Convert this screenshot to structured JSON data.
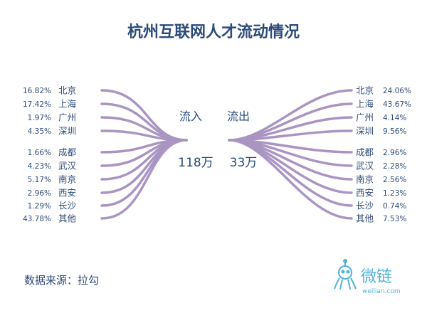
{
  "chart_data": {
    "type": "flow",
    "title": "杭州互联网人才流动情况",
    "inflow": {
      "label": "流入",
      "total": "118万",
      "items": [
        {
          "city": "北京",
          "pct": "16.82%"
        },
        {
          "city": "上海",
          "pct": "17.42%"
        },
        {
          "city": "广州",
          "pct": "1.97%"
        },
        {
          "city": "深圳",
          "pct": "4.35%"
        },
        {
          "city": "成都",
          "pct": "1.66%"
        },
        {
          "city": "武汉",
          "pct": "4.23%"
        },
        {
          "city": "南京",
          "pct": "5.17%"
        },
        {
          "city": "西安",
          "pct": "2.96%"
        },
        {
          "city": "长沙",
          "pct": "1.29%"
        },
        {
          "city": "其他",
          "pct": "43.78%"
        }
      ]
    },
    "outflow": {
      "label": "流出",
      "total": "33万",
      "items": [
        {
          "city": "北京",
          "pct": "24.06%"
        },
        {
          "city": "上海",
          "pct": "43.67%"
        },
        {
          "city": "广州",
          "pct": "4.14%"
        },
        {
          "city": "深圳",
          "pct": "9.56%"
        },
        {
          "city": "成都",
          "pct": "2.96%"
        },
        {
          "city": "武汉",
          "pct": "2.28%"
        },
        {
          "city": "南京",
          "pct": "2.56%"
        },
        {
          "city": "西安",
          "pct": "1.23%"
        },
        {
          "city": "长沙",
          "pct": "0.74%"
        },
        {
          "city": "其他",
          "pct": "7.53%"
        }
      ]
    },
    "flow_color": "#a994c2",
    "text_color": "#2e4a78"
  },
  "footer": {
    "source": "数据来源：拉勾",
    "logo_text": "微链",
    "logo_url": "weilian.com",
    "logo_color": "#4fb3d8"
  }
}
